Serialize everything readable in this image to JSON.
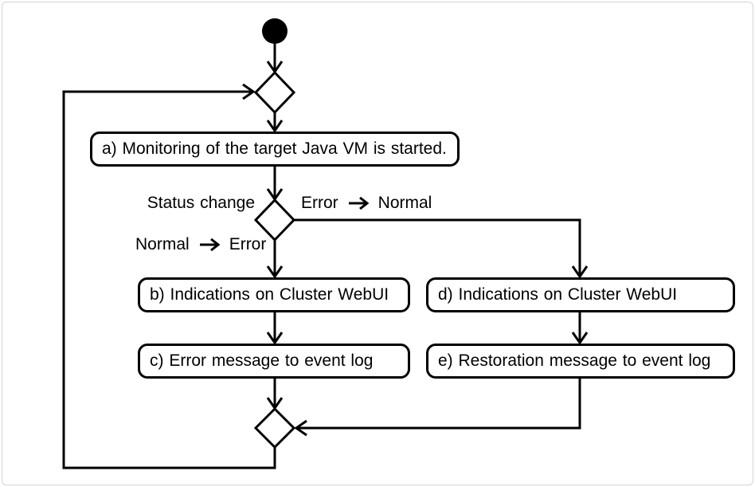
{
  "diagram": {
    "nodes": {
      "a": "a) Monitoring of the target Java VM is started.",
      "b": "b) Indications on Cluster WebUI",
      "c": "c) Error message to event log",
      "d": "d) Indications on Cluster WebUI",
      "e": "e) Restoration message to event log"
    },
    "labels": {
      "status_change": "Status change",
      "error_to_normal": {
        "from": "Error",
        "to": "Normal"
      },
      "normal_to_error": {
        "from": "Normal",
        "to": "Error"
      }
    },
    "colors": {
      "line": "#000000",
      "node_fill": "#ffffff",
      "background": "#ffffff",
      "frame_border": "#d4d4d4"
    }
  }
}
